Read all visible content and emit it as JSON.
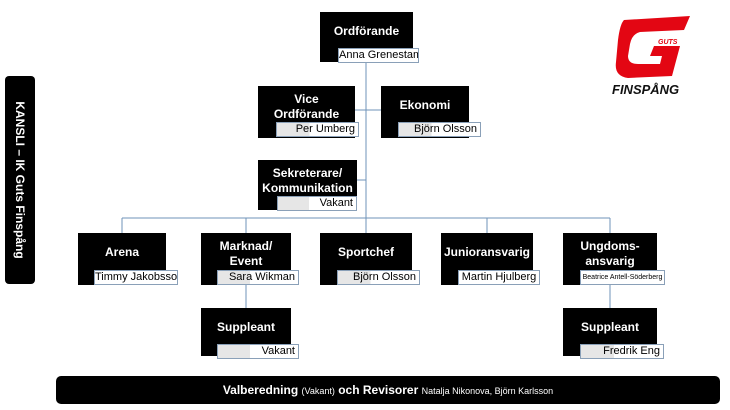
{
  "sidebar": {
    "label": "KANSLI – IK Guts Finspång"
  },
  "logo": {
    "small_text": "GUTS",
    "brand": "FINSPÅNG",
    "accent": "#e30613"
  },
  "top": {
    "title": "Ordförande",
    "name": "Anna Grenestam"
  },
  "vice": {
    "title_line1": "Vice",
    "title_line2": "Ordförande",
    "name": "Per Umberg"
  },
  "economy": {
    "title": "Ekonomi",
    "name": "Björn Olsson"
  },
  "secretary": {
    "title_line1": "Sekreterare/",
    "title_line2": "Kommunikation",
    "name": "Vakant"
  },
  "departments": [
    {
      "title_line1": "Arena",
      "title_line2": "",
      "name": "Timmy Jakobsson"
    },
    {
      "title_line1": "Marknad/",
      "title_line2": "Event",
      "name": "Sara Wikman"
    },
    {
      "title_line1": "Sportchef",
      "title_line2": "",
      "name": "Björn Olsson"
    },
    {
      "title_line1": "Junioransvarig",
      "title_line2": "",
      "name": "Martin Hjulberg"
    },
    {
      "title_line1": "Ungdoms-",
      "title_line2": "ansvarig",
      "name": "Beatrice Antell-Söderberg"
    }
  ],
  "substitutes": [
    {
      "title": "Suppleant",
      "name": "Vakant"
    },
    {
      "title": "Suppleant",
      "name": "Fredrik Eng"
    }
  ],
  "footer": {
    "label1": "Valberedning",
    "note": "(Vakant)",
    "label2": "och Revisorer",
    "names": "Natalja Nikonova, Björn Karlsson"
  }
}
